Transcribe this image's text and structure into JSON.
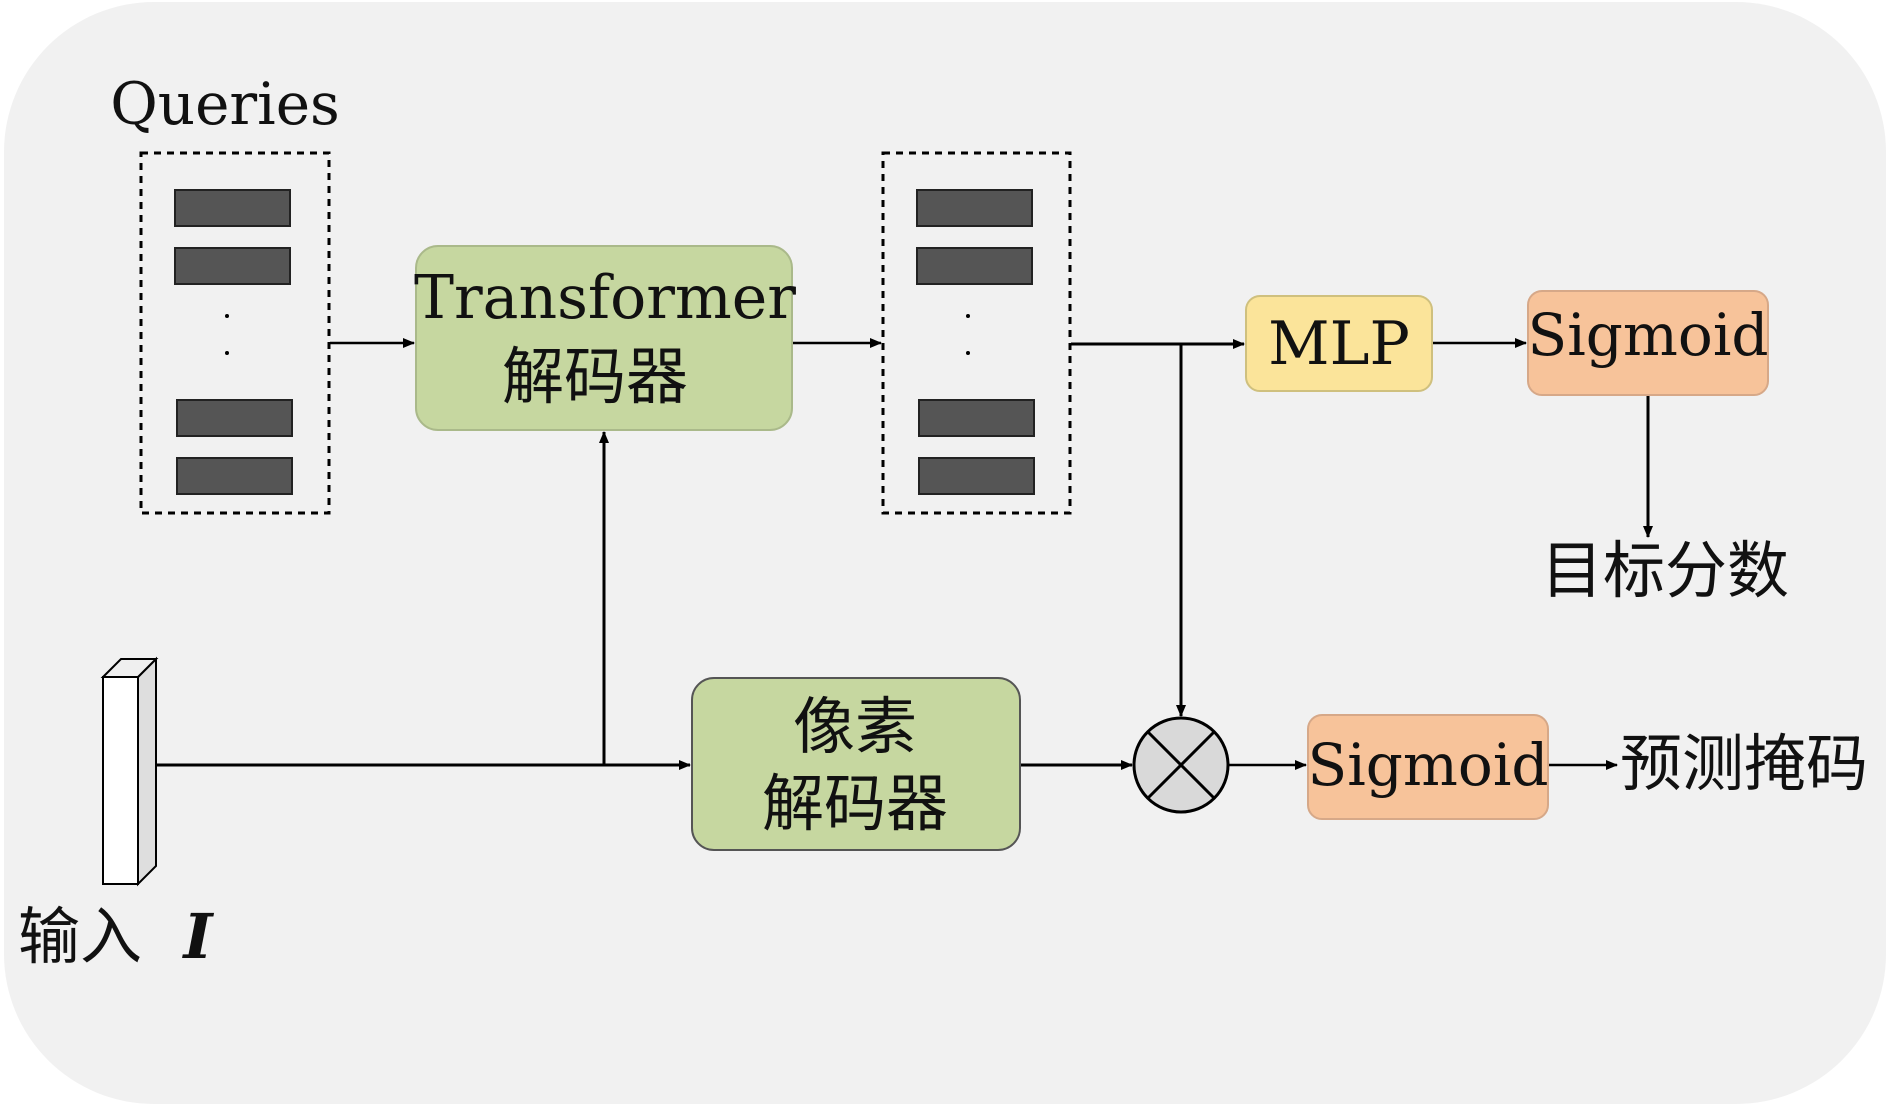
{
  "colors": {
    "panel": "#f1f1f1",
    "token": "#555555",
    "decoder": "#c6d7a0",
    "mlp": "#fbe49a",
    "sigmoid": "#f7c39a",
    "multiply": "#d9d9d9"
  },
  "queries_label": "Queries",
  "transformer_decoder": {
    "line1": "Transformer",
    "line2": "解码器"
  },
  "pixel_decoder": {
    "line1": "像素",
    "line2": "解码器"
  },
  "mlp_label": "MLP",
  "sigmoid_top_label": "Sigmoid",
  "sigmoid_bottom_label": "Sigmoid",
  "target_score_label": "目标分数",
  "predicted_mask_label": "预测掩码",
  "input": {
    "label": "输入",
    "symbol": "I"
  },
  "multiply_icon": "circled-times-icon"
}
